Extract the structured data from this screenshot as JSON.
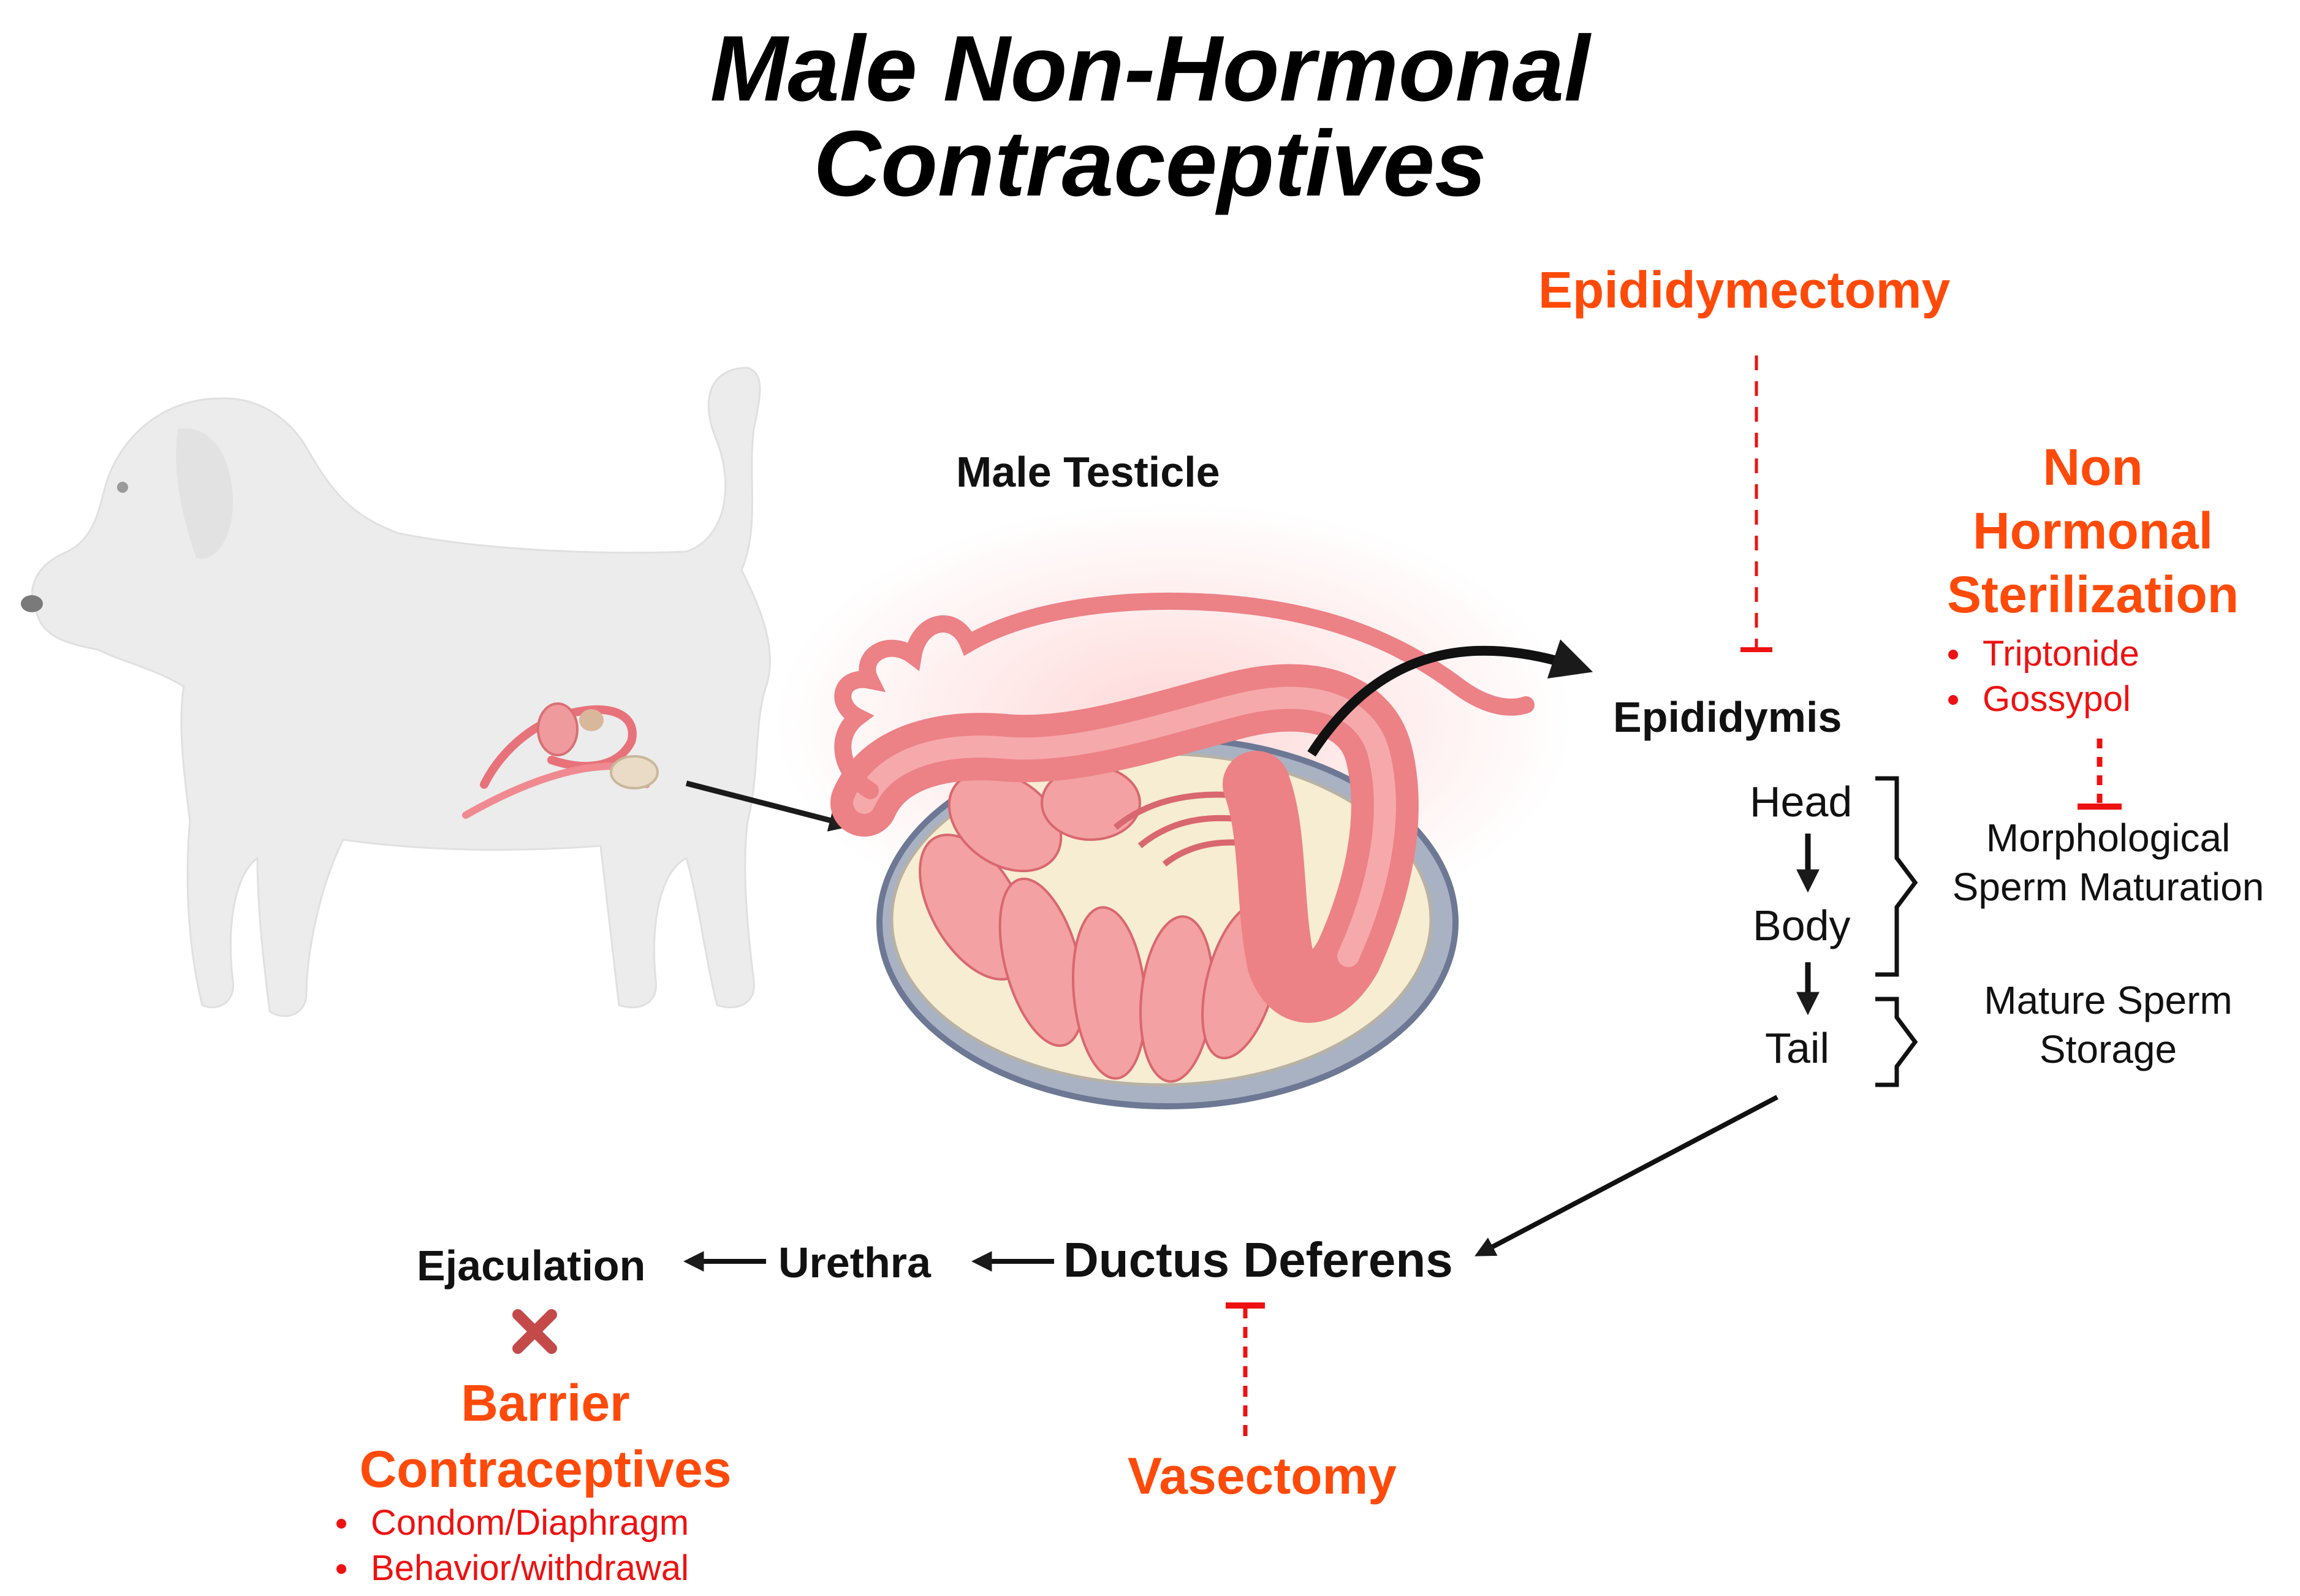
{
  "title": {
    "line1": "Male Non-Hormonal",
    "line2": "Contraceptives"
  },
  "labels": {
    "male_testicle": "Male Testicle",
    "epididymis": "Epididymis",
    "head": "Head",
    "body": "Body",
    "tail": "Tail",
    "morphological_line1": "Morphological",
    "morphological_line2": "Sperm Maturation",
    "storage_line1": "Mature Sperm",
    "storage_line2": "Storage",
    "ductus_deferens": "Ductus Deferens",
    "urethra": "Urethra",
    "ejaculation": "Ejaculation"
  },
  "interventions": {
    "epididymectomy": "Epididymectomy",
    "sterilization_line1": "Non",
    "sterilization_line2": "Hormonal",
    "sterilization_line3": "Sterilization",
    "sterilization_items": [
      "Triptonide",
      "Gossypol"
    ],
    "vasectomy": "Vasectomy",
    "barrier_line1": "Barrier",
    "barrier_line2": "Contraceptives",
    "barrier_items": [
      "Condom/Diaphragm",
      "Behavior/withdrawal"
    ]
  },
  "icons": {
    "block_x": "x-mark-icon",
    "inhibit": "inhibition-bar-icon",
    "arrow": "arrow-icon"
  },
  "colors": {
    "intervention_text": "#ff4a0a",
    "list_text": "#ee1111",
    "inhibition_line": "#ee1111",
    "block_mark": "#c44a4a",
    "tissue_pink": "#f0868a",
    "dog_fill": "#ececec"
  }
}
